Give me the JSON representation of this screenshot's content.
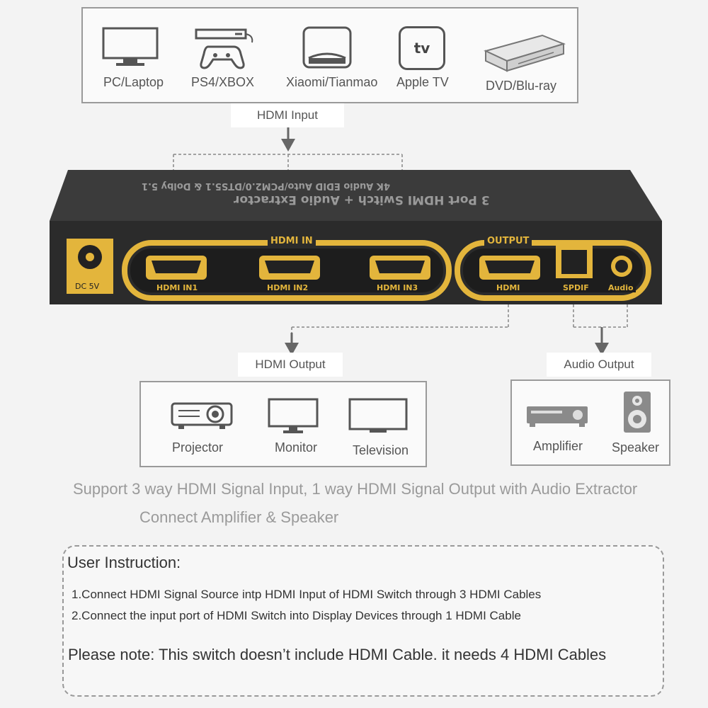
{
  "sources": {
    "heading": "HDMI Input",
    "items": [
      {
        "label": "PC/Laptop",
        "icon": "monitor-icon"
      },
      {
        "label": "PS4/XBOX",
        "icon": "game-console-icon"
      },
      {
        "label": "Xiaomi/Tianmao",
        "icon": "tv-box-icon"
      },
      {
        "label": "Apple TV",
        "icon": "apple-tv-icon",
        "logo_text": "tv"
      },
      {
        "label": "DVD/Blu-ray",
        "icon": "dvd-player-icon"
      }
    ]
  },
  "device": {
    "top_line1": "3 Port HDMI Switch + Audio Extractor",
    "top_line2": "4K Audio EDID Auto/PCM2.0/DTS5.1 & Dolby 5.1",
    "dc_label": "DC 5V",
    "hdmi_in_group": "HDMI IN",
    "ports_in": [
      "HDMI IN1",
      "HDMI IN2",
      "HDMI IN3"
    ],
    "output_group": "OUTPUT",
    "ports_out": [
      "HDMI",
      "SPDIF",
      "Audio"
    ],
    "body_color": "#2b2b2b",
    "accent_color": "#e3b53c"
  },
  "hdmi_output": {
    "heading": "HDMI Output",
    "items": [
      {
        "label": "Projector",
        "icon": "projector-icon"
      },
      {
        "label": "Monitor",
        "icon": "monitor-icon"
      },
      {
        "label": "Television",
        "icon": "television-icon"
      }
    ]
  },
  "audio_output": {
    "heading": "Audio Output",
    "items": [
      {
        "label": "Amplifier",
        "icon": "amplifier-icon"
      },
      {
        "label": "Speaker",
        "icon": "speaker-icon"
      }
    ]
  },
  "support_text": {
    "line1": "Support 3 way HDMI Signal Input, 1 way HDMI Signal Output with Audio Extractor",
    "line2": "Connect Amplifier  & Speaker"
  },
  "instruction": {
    "title": "User Instruction:",
    "steps": [
      "1.Connect HDMI Signal Source intp HDMI Input of  HDMI Switch through 3 HDMI Cables",
      "2.Connect the input port of HDMI Switch into Display Devices through 1 HDMI Cable"
    ],
    "note": "Please note: This switch doesn’t include HDMI Cable. it needs 4 HDMI Cables"
  }
}
